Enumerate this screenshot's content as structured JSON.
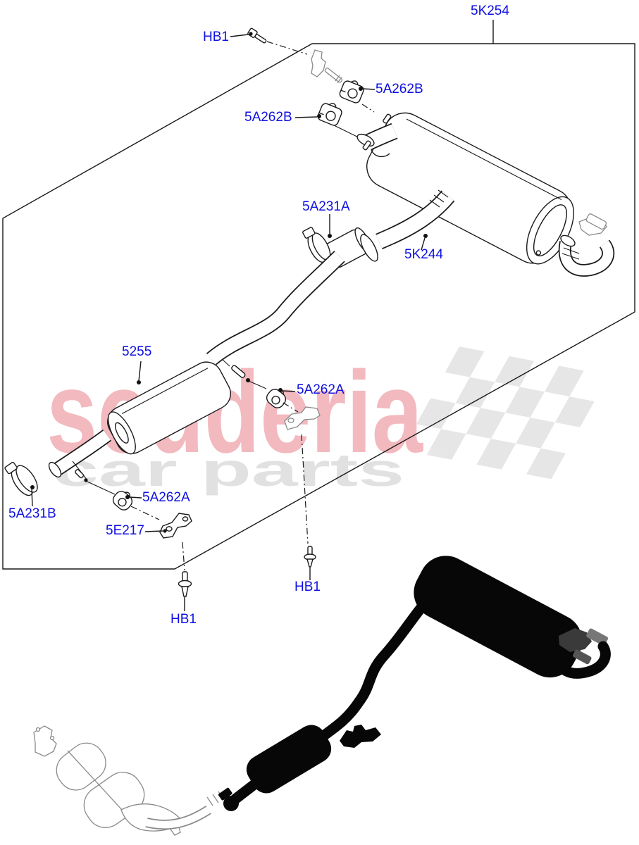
{
  "diagram": {
    "description": "Exploded parts diagram of rear exhaust system with assembly box and overview silhouette",
    "label_color": "#0f10e0",
    "line_color": "#1a1a1a",
    "labels": [
      {
        "id": "5K254",
        "text": "5K254"
      },
      {
        "id": "HB1-top",
        "text": "HB1"
      },
      {
        "id": "5A262B-upper",
        "text": "5A262B"
      },
      {
        "id": "5A262B-lower",
        "text": "5A262B"
      },
      {
        "id": "5A231A",
        "text": "5A231A"
      },
      {
        "id": "5K244",
        "text": "5K244"
      },
      {
        "id": "5255",
        "text": "5255"
      },
      {
        "id": "5A262A-right",
        "text": "5A262A"
      },
      {
        "id": "5A262A-left",
        "text": "5A262A"
      },
      {
        "id": "5A231B",
        "text": "5A231B"
      },
      {
        "id": "5E217",
        "text": "5E217"
      },
      {
        "id": "HB1-bottom-right",
        "text": "HB1"
      },
      {
        "id": "HB1-bottom-center",
        "text": "HB1"
      }
    ]
  },
  "watermark": {
    "brand": "scuderia",
    "tagline": "car parts",
    "brand_color": "#f0a8b0",
    "tagline_color": "#dedede",
    "flag_color": "#e4e4e4"
  }
}
